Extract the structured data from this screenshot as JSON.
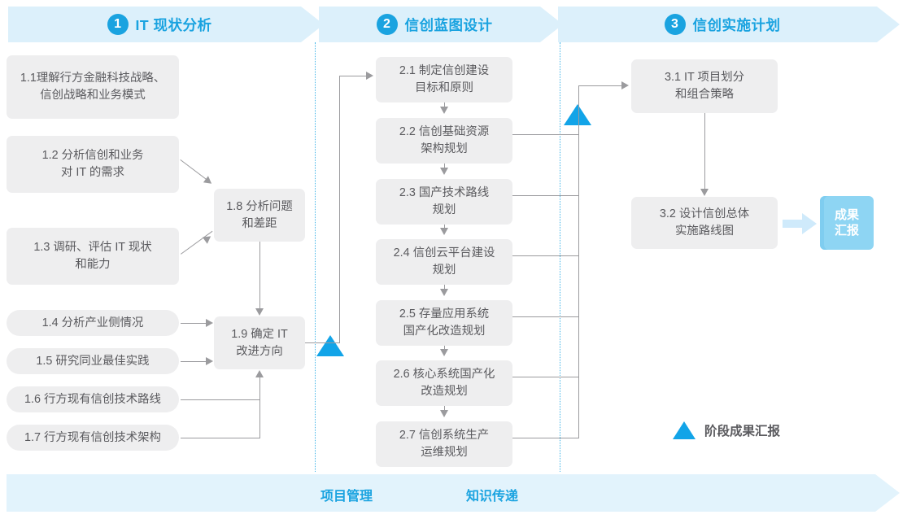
{
  "phases": [
    {
      "num": "1",
      "label": "IT 现状分析"
    },
    {
      "num": "2",
      "label": "信创蓝图设计"
    },
    {
      "num": "3",
      "label": "信创实施计划"
    }
  ],
  "phase1_tasks": [
    {
      "id": "1.1",
      "text": "1.1理解行方金融科技战略、\n信创战略和业务模式"
    },
    {
      "id": "1.2",
      "text": "1.2 分析信创和业务\n对 IT 的需求"
    },
    {
      "id": "1.3",
      "text": "1.3 调研、评估 IT 现状\n和能力"
    },
    {
      "id": "1.4",
      "text": "1.4 分析产业侧情况"
    },
    {
      "id": "1.5",
      "text": "1.5 研究同业最佳实践"
    },
    {
      "id": "1.6",
      "text": "1.6 行方现有信创技术路线"
    },
    {
      "id": "1.7",
      "text": "1.7 行方现有信创技术架构"
    },
    {
      "id": "1.8",
      "text": "1.8 分析问题\n和差距"
    },
    {
      "id": "1.9",
      "text": "1.9 确定 IT\n改进方向"
    }
  ],
  "phase2_tasks": [
    {
      "id": "2.1",
      "text": "2.1 制定信创建设\n目标和原则"
    },
    {
      "id": "2.2",
      "text": "2.2 信创基础资源\n架构规划"
    },
    {
      "id": "2.3",
      "text": "2.3 国产技术路线\n规划"
    },
    {
      "id": "2.4",
      "text": "2.4 信创云平台建设\n规划"
    },
    {
      "id": "2.5",
      "text": "2.5 存量应用系统\n国产化改造规划"
    },
    {
      "id": "2.6",
      "text": "2.6 核心系统国产化\n改造规划"
    },
    {
      "id": "2.7",
      "text": "2.7 信创系统生产\n运维规划"
    }
  ],
  "phase3_tasks": [
    {
      "id": "3.1",
      "text": "3.1 IT 项目划分\n和组合策略"
    },
    {
      "id": "3.2",
      "text": "3.2 设计信创总体\n实施路线图"
    }
  ],
  "result": {
    "label": "成果\n汇报"
  },
  "legend": {
    "label": "阶段成果汇报",
    "icon": "triangle-icon"
  },
  "footer": {
    "items": [
      "项目管理",
      "知识传递"
    ]
  },
  "colors": {
    "brand_blue": "#1aa3e0",
    "band_blue": "#dcf0fb",
    "footer_blue": "#e2f3fc",
    "triangle_blue": "#12a4e8",
    "result_blue": "#8ed5f3",
    "box_gray": "#eeeeef",
    "text_gray": "#5a5a5e",
    "line_gray": "#9b9b9e",
    "dotted_blue": "#45b6e8"
  }
}
